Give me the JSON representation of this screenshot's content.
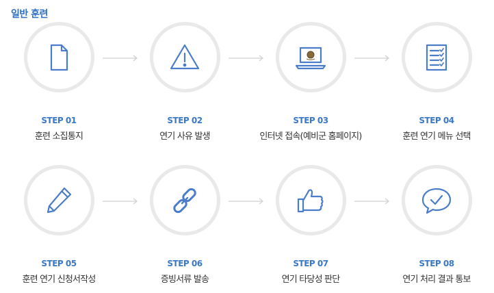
{
  "section": {
    "title": "일반 훈련"
  },
  "steps": [
    {
      "num": "STEP 01",
      "label": "훈련 소집통지",
      "icon": "document-icon"
    },
    {
      "num": "STEP 02",
      "label": "연기 사유 발생",
      "icon": "warning-icon"
    },
    {
      "num": "STEP 03",
      "label": "인터넷 접속(예비군 홈페이지)",
      "icon": "laptop-icon"
    },
    {
      "num": "STEP 04",
      "label": "훈련 연기 메뉴 선택",
      "icon": "checklist-icon"
    },
    {
      "num": "STEP 05",
      "label": "훈련 연기 신청서작성",
      "icon": "pencil-icon"
    },
    {
      "num": "STEP 06",
      "label": "증빙서류 발송",
      "icon": "link-icon"
    },
    {
      "num": "STEP 07",
      "label": "연기 타당성 판단",
      "icon": "thumbs-up-icon"
    },
    {
      "num": "STEP 08",
      "label": "연기 처리 결과 통보",
      "icon": "speech-bubble-check-icon"
    }
  ],
  "colors": {
    "accent": "#4a7cc9",
    "title": "#2f6fc4",
    "circle_border": "#e9e9e9",
    "arrow": "#d0d0d0"
  }
}
